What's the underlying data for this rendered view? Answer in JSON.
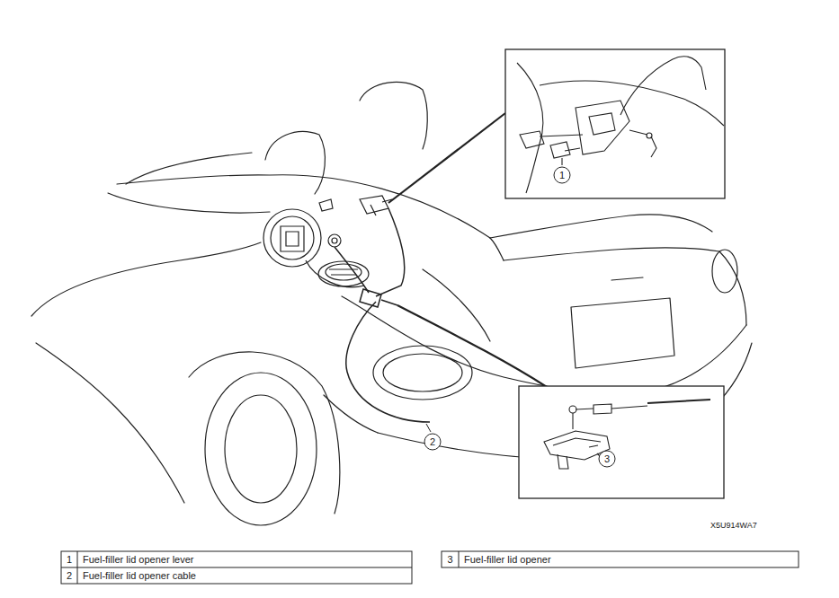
{
  "diagram": {
    "labels": [
      "1",
      "2",
      "3",
      "X5U914WA7",
      "1",
      "Fuel-filler lid opener lever",
      "2",
      "Fuel-filler lid opener cable",
      "3",
      "Fuel-filler lid opener"
    ]
  }
}
